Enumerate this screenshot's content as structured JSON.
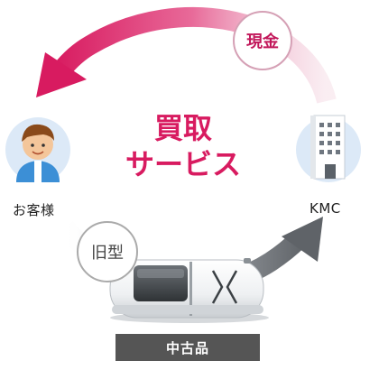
{
  "title": {
    "line1": "買取",
    "line2": "サービス"
  },
  "nodes": {
    "customer": {
      "label": "お客様"
    },
    "company": {
      "label": "KMC"
    }
  },
  "badges": {
    "cash": "現金",
    "old_model": "旧型"
  },
  "product_tag": "中古品",
  "colors": {
    "accent": "#d81b60",
    "arrow_gray": "#5f6368",
    "icon_circle": "#dce9f7"
  },
  "icons": {
    "customer": "person-avatar-icon",
    "company": "office-building-icon",
    "product": "hyperbaric-capsule-image"
  }
}
